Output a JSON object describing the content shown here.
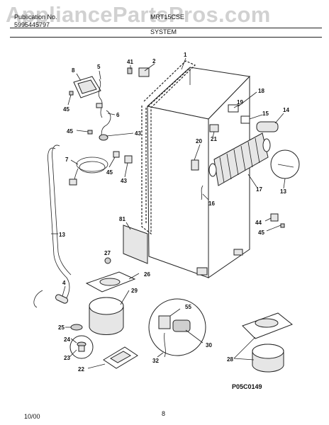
{
  "watermark": "AppliancePartsPros.com",
  "header": {
    "publication_label": "Publication No.",
    "publication_number": "5995445797",
    "model": "MRT15CSE",
    "section": "SYSTEM"
  },
  "callouts": [
    "1",
    "2",
    "41",
    "8",
    "5",
    "45",
    "6",
    "45",
    "43",
    "7",
    "45",
    "43",
    "13",
    "81",
    "27",
    "26",
    "29",
    "4",
    "25",
    "24",
    "23",
    "22",
    "55",
    "30",
    "32",
    "18",
    "19",
    "15",
    "14",
    "21",
    "20",
    "17",
    "16",
    "13",
    "44",
    "45",
    "28"
  ],
  "figure_code": "P05C0149",
  "footer": {
    "date": "10/00",
    "page": "8"
  }
}
